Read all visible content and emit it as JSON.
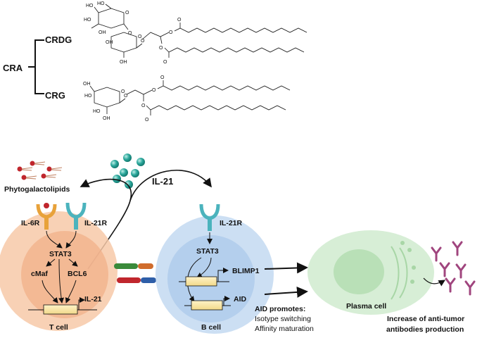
{
  "title_block": {
    "cra": "CRA",
    "crdg": "CRDG",
    "crg": "CRG"
  },
  "chem_labels": {
    "ho": "HO",
    "oh": "OH",
    "o": "O",
    "oh_ring": "OH"
  },
  "diagram": {
    "phytogalactolipids": "Phytogalactolipids",
    "il21_top": "IL-21",
    "il6r": "IL-6R",
    "il21r_t": "IL-21R",
    "il21r_b": "IL-21R",
    "stat3_t": "STAT3",
    "stat3_b": "STAT3",
    "cmaf": "cMaf",
    "bcl6": "BCL6",
    "il21_gene": "IL-21",
    "t_cell": "T cell",
    "b_cell": "B cell",
    "blimp1": "BLIMP1",
    "aid": "AID",
    "aid_promotes": "AID promotes:",
    "isotype": "Isotype switching",
    "affinity": "Affinity maturation",
    "plasma_cell": "Plasma cell",
    "increase_1": "Increase of anti-tumor",
    "increase_2": "antibodies production"
  },
  "colors": {
    "t_cell_outer": "#f7c9a8",
    "t_cell_inner": "#f1b08a",
    "b_cell_outer": "#c7dcf2",
    "b_cell_inner": "#a9c8ea",
    "plasma": "#d3ecd2",
    "il21_dot": "#2aa79b",
    "antibody": "#a0457e",
    "il6r": "#e8a23a",
    "il21r": "#4bb3bd",
    "lipid": "#c0262d"
  }
}
